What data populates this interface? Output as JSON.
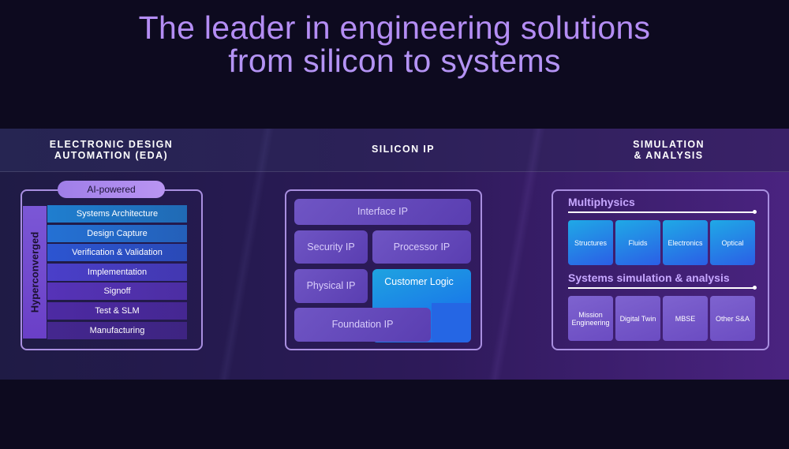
{
  "headline": {
    "line1": "The leader in engineering solutions",
    "line2": "from silicon to systems"
  },
  "columns": {
    "eda": {
      "title_line1": "ELECTRONIC DESIGN",
      "title_line2": "AUTOMATION (EDA)",
      "badge": "AI-powered",
      "side_label": "Hyperconverged",
      "steps": [
        {
          "label": "Systems Architecture",
          "color": "#1f7ecf"
        },
        {
          "label": "Design Capture",
          "color": "#2471d4"
        },
        {
          "label": "Verification & Validation",
          "color": "#2c55d1"
        },
        {
          "label": "Implementation",
          "color": "#4a3fc9"
        },
        {
          "label": "Signoff",
          "color": "#5633b8"
        },
        {
          "label": "Test & SLM",
          "color": "#4d2aa3"
        },
        {
          "label": "Manufacturing",
          "color": "#44278f"
        }
      ]
    },
    "silicon_ip": {
      "title": "SILICON IP",
      "blocks": {
        "interface": "Interface IP",
        "security": "Security IP",
        "processor": "Processor IP",
        "physical": "Physical IP",
        "customer": "Customer Logic",
        "foundation": "Foundation IP"
      }
    },
    "simulation": {
      "title_line1": "SIMULATION",
      "title_line2": "& ANALYSIS",
      "multiphysics": {
        "heading": "Multiphysics",
        "items": [
          "Structures",
          "Fluids",
          "Electronics",
          "Optical"
        ]
      },
      "systems": {
        "heading": "Systems simulation & analysis",
        "items": [
          "Mission Engineering",
          "Digital Twin",
          "MBSE",
          "Other S&A"
        ]
      }
    }
  }
}
